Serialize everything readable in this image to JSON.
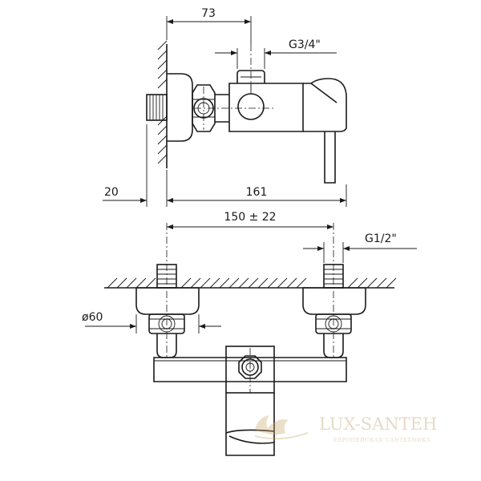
{
  "side_view": {
    "dim_top": "73",
    "dim_inlet_thread": "G3/4\"",
    "dim_wall_offset": "20",
    "dim_total_length": "161"
  },
  "front_view": {
    "dim_spacing": "150 ± 22",
    "dim_supply_thread": "G1/2\"",
    "dim_diameter": "ø60"
  },
  "watermark": {
    "brand": "LUX-SANTEH",
    "tagline": "ЕВРОПЕЙСКАЯ САНТЕХНИКА"
  }
}
